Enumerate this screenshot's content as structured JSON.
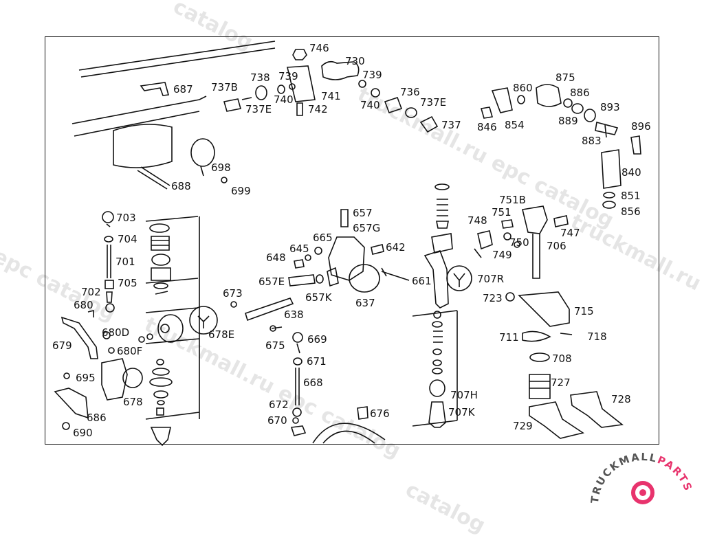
{
  "watermark": {
    "text_a": "catalog",
    "text_b": "truckmall.ru epc catalog",
    "text_c": "epc catalog",
    "text_d": "truckmall.ru e"
  },
  "logo": {
    "text_main": "TRUCKMALL",
    "text_accent": "PARTS",
    "accent_color": "#e8336d"
  },
  "part_numbers": [
    "746",
    "730",
    "739",
    "738",
    "737B",
    "739",
    "687",
    "741",
    "737E",
    "740",
    "736",
    "742",
    "740",
    "737E",
    "737",
    "860",
    "875",
    "886",
    "893",
    "854",
    "846",
    "889",
    "896",
    "883",
    "840",
    "698",
    "688",
    "699",
    "751B",
    "851",
    "856",
    "751",
    "748",
    "747",
    "657",
    "657G",
    "703",
    "665",
    "642",
    "645",
    "648",
    "750",
    "749",
    "706",
    "704",
    "701",
    "661",
    "707R",
    "657E",
    "657K",
    "705",
    "702",
    "673",
    "680",
    "637",
    "723",
    "715",
    "638",
    "678E",
    "711",
    "718",
    "679",
    "680D",
    "680F",
    "675",
    "669",
    "671",
    "708",
    "695",
    "668",
    "727",
    "678",
    "707H",
    "728",
    "672",
    "676",
    "686",
    "670",
    "707K",
    "729",
    "690"
  ]
}
